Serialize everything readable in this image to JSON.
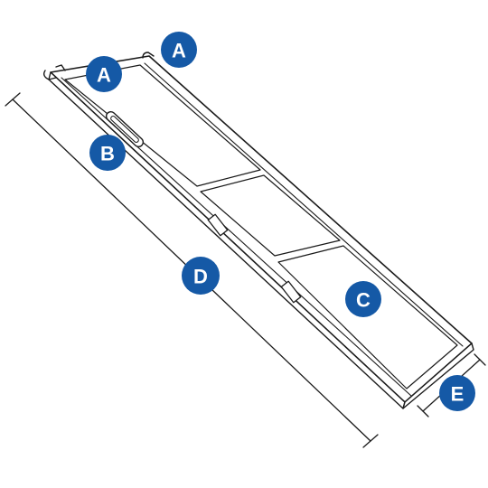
{
  "colors": {
    "badge": "#1559a6",
    "badge_text": "#ffffff",
    "line": "#1a1a1a",
    "background": "#ffffff"
  },
  "callouts": {
    "a_hinge_left": "A",
    "a_hinge_right": "A",
    "b_handle": "B",
    "c_surface": "C",
    "d_length": "D",
    "e_width": "E"
  }
}
